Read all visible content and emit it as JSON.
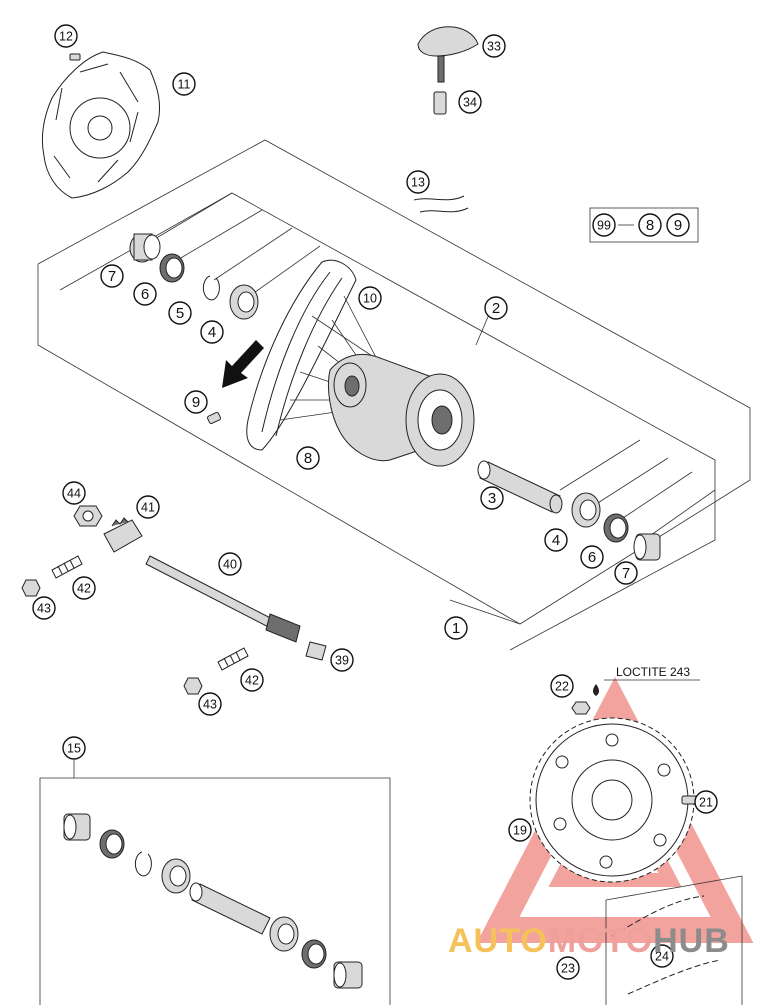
{
  "callouts": [
    {
      "id": "12",
      "label": "12"
    },
    {
      "id": "11",
      "label": "11"
    },
    {
      "id": "33",
      "label": "33"
    },
    {
      "id": "34",
      "label": "34"
    },
    {
      "id": "13",
      "label": "13"
    },
    {
      "id": "99",
      "label": "99"
    },
    {
      "id": "8a",
      "label": "8"
    },
    {
      "id": "9a",
      "label": "9"
    },
    {
      "id": "7",
      "label": "7"
    },
    {
      "id": "6",
      "label": "6"
    },
    {
      "id": "5",
      "label": "5"
    },
    {
      "id": "4",
      "label": "4"
    },
    {
      "id": "10",
      "label": "10"
    },
    {
      "id": "2",
      "label": "2"
    },
    {
      "id": "9",
      "label": "9"
    },
    {
      "id": "8",
      "label": "8"
    },
    {
      "id": "3",
      "label": "3"
    },
    {
      "id": "4b",
      "label": "4"
    },
    {
      "id": "6b",
      "label": "6"
    },
    {
      "id": "7b",
      "label": "7"
    },
    {
      "id": "44",
      "label": "44"
    },
    {
      "id": "41",
      "label": "41"
    },
    {
      "id": "40",
      "label": "40"
    },
    {
      "id": "42",
      "label": "42"
    },
    {
      "id": "43",
      "label": "43"
    },
    {
      "id": "1",
      "label": "1"
    },
    {
      "id": "39",
      "label": "39"
    },
    {
      "id": "42b",
      "label": "42"
    },
    {
      "id": "43b",
      "label": "43"
    },
    {
      "id": "22",
      "label": "22"
    },
    {
      "id": "15",
      "label": "15"
    },
    {
      "id": "21",
      "label": "21"
    },
    {
      "id": "19",
      "label": "19"
    },
    {
      "id": "24",
      "label": "24"
    },
    {
      "id": "23",
      "label": "23"
    }
  ],
  "loctite_label": "LOCTITE 243",
  "watermark": {
    "parts": [
      {
        "text": "AUTO",
        "color": "#f5c15a"
      },
      {
        "text": "MOTO",
        "color": "#f0a09a"
      },
      {
        "text": "HUB",
        "color": "#8c8c8c"
      }
    ],
    "triangle_color": "#e8584f"
  }
}
